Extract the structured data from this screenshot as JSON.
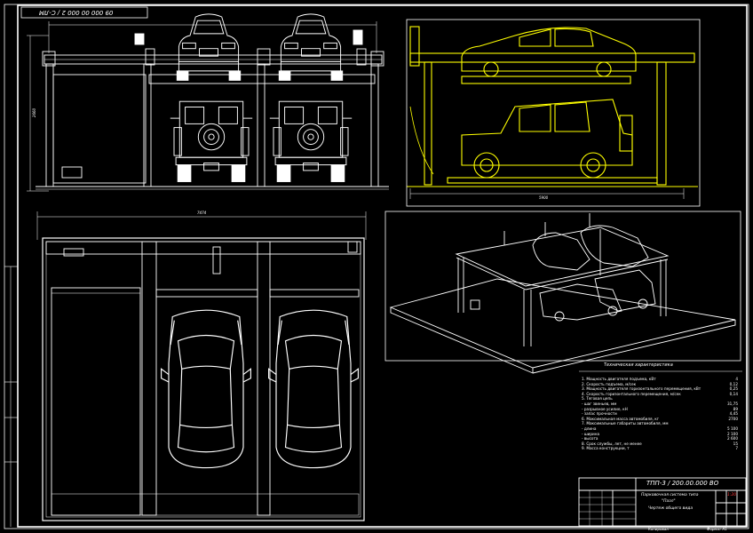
{
  "sheet": {
    "top_code": "09 000 00 000 2 / С-ЛМ",
    "dim_height_left": "2660",
    "dim_width_top_right": "5900",
    "dim_width_plan": "7474"
  },
  "specs": {
    "title": "Техническая характеристика",
    "rows": [
      {
        "text": "1. Мощность двигателя подъема, кВт",
        "value": "4"
      },
      {
        "text": "2. Скорость подъема, м/сек",
        "value": "0,12"
      },
      {
        "text": "3. Мощность двигателя горизонтального перемещения, кВт",
        "value": "0,25"
      },
      {
        "text": "4. Скорость горизонтального перемещения, м/сек",
        "value": "0,14"
      },
      {
        "text": "5. Тяговая цепь",
        "value": ""
      },
      {
        "text": "- шаг звеньев, мм",
        "value": "31,75"
      },
      {
        "text": "- разрывное усилие, кН",
        "value": "89"
      },
      {
        "text": "- запас прочности",
        "value": "4,45"
      },
      {
        "text": "6. Максимальная масса автомобиля, кг",
        "value": "2700"
      },
      {
        "text": "7. Максимальные габариты автомобиля, мм",
        "value": ""
      },
      {
        "text": "- длина",
        "value": "5 100"
      },
      {
        "text": "- ширина",
        "value": "2 100"
      },
      {
        "text": "- высота",
        "value": "2 600"
      },
      {
        "text": "8. Срок службы, лет, не менее",
        "value": "15"
      },
      {
        "text": "9. Масса конструкции, т",
        "value": "7"
      }
    ]
  },
  "title_block": {
    "code": "ТПП-3 / 200.00.000 ВО",
    "name_line1": "Парковочная система типа",
    "name_line2": "\"Пазл\"",
    "name_line3": "Чертеж общего вида",
    "scale": "1:20",
    "copied": "Копировал",
    "format": "Формат  А1"
  },
  "colors": {
    "line": "#ffffff",
    "yellow": "#ffff00",
    "bg": "#000000"
  }
}
